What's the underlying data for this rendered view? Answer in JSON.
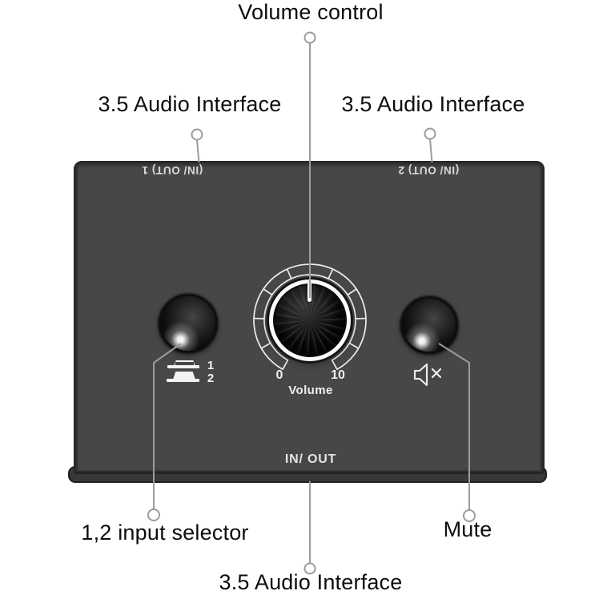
{
  "annotations": {
    "volume_control": "Volume control",
    "audio_interface_top_left": "3.5 Audio Interface",
    "audio_interface_top_right": "3.5 Audio Interface",
    "input_selector": "1,2 input selector",
    "mute": "Mute",
    "audio_interface_bottom": "3.5 Audio Interface"
  },
  "device": {
    "port_label_left": "(IN/ OUT) 1",
    "port_label_right": "(IN/ OUT) 2",
    "front_label": "IN/ OUT",
    "knob": {
      "min": "0",
      "max": "10",
      "label": "Volume"
    },
    "selector": {
      "option_1_label": "1",
      "option_2_label": "2"
    },
    "colors": {
      "body": "#474747",
      "edge": "#242424",
      "lip": "#383838",
      "marking": "#f2f2f2",
      "knob_ring": "#fafafa"
    }
  },
  "callouts": {
    "line_color": "#9c9c9c"
  },
  "icons": {
    "selector_icon": "input-plug-position-icon",
    "mute_icon": "speaker-muted-icon",
    "knob": "volume-knob"
  }
}
